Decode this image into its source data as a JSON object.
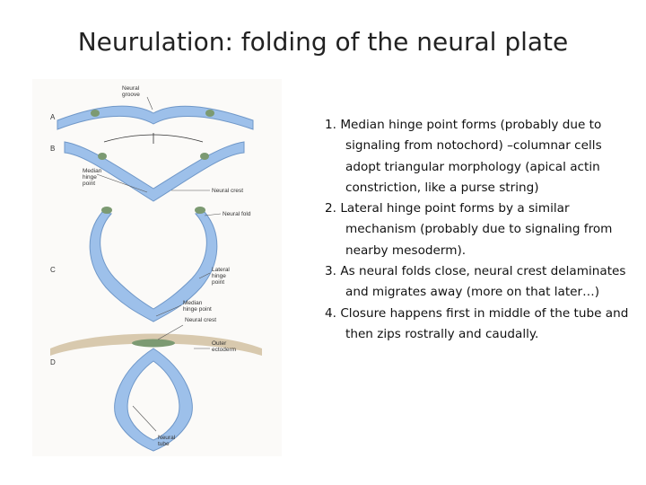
{
  "slide": {
    "title": "Neurulation: folding of the neural plate"
  },
  "figure": {
    "panel_labels": [
      "A",
      "B",
      "C",
      "D"
    ],
    "labels": {
      "neural_groove": [
        "Neural",
        "groove"
      ],
      "median_hinge_point_b": [
        "Median",
        "hinge",
        "point"
      ],
      "neural_crest_b": "Neural crest",
      "neural_fold": "Neural fold",
      "lateral_hinge_point": [
        "Lateral",
        "hinge",
        "point"
      ],
      "median_hinge_point_c": [
        "Median",
        "hinge point"
      ],
      "neural_crest_d": "Neural crest",
      "outer_ectoderm": [
        "Outer",
        "ectoderm"
      ],
      "neural_tube": [
        "Neural",
        "tube"
      ]
    },
    "colors": {
      "neuroepithelium": "#9dc0ea",
      "neuroepithelium_edge": "#6f97c8",
      "crest": "#7c9a72",
      "ectoderm": "#d8c9ae"
    }
  },
  "steps": [
    {
      "number": "1.",
      "text": "Median hinge point forms (probably due to signaling from notochord) –columnar cells adopt triangular morphology (apical actin constriction, like a purse string)"
    },
    {
      "number": "2.",
      "text": "Lateral hinge point forms by a similar mechanism (probably due to signaling from nearby mesoderm)."
    },
    {
      "number": "3.",
      "text": "As neural folds close, neural crest delaminates and migrates away (more on that later…)"
    },
    {
      "number": "4.",
      "text": "Closure happens first in middle of the tube and then zips rostrally and caudally."
    }
  ]
}
